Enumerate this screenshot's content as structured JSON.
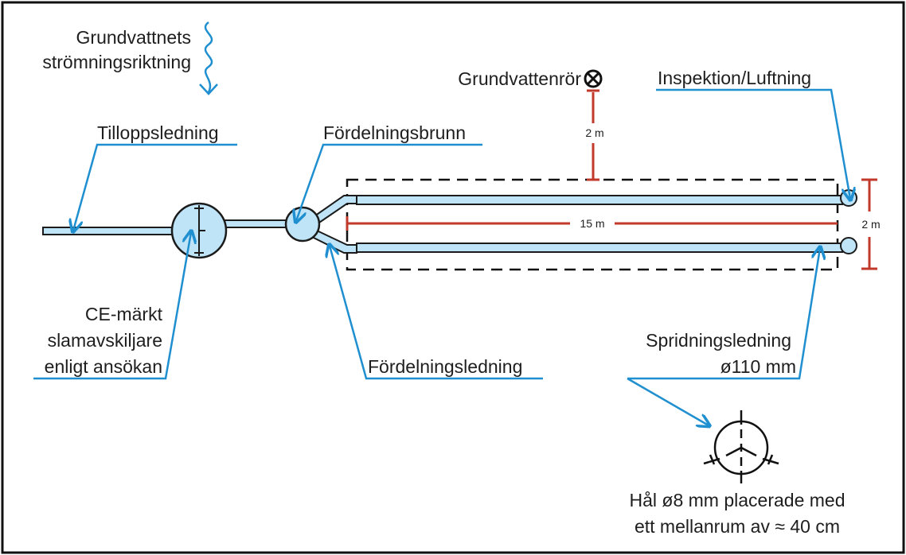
{
  "colors": {
    "pipe_fill": "#bfe4f7",
    "pipe_stroke": "#1b1b1b",
    "leader": "#1f8fd0",
    "dimension": "#c0392b",
    "frame": "#111111"
  },
  "labels": {
    "groundwater_direction_line1": "Grundvattnets",
    "groundwater_direction_line2": "strömningsriktning",
    "groundwater_pipe": "Grundvattenrör",
    "inspection": "Inspektion/Luftning",
    "inlet": "Tilloppsledning",
    "distribution_well": "Fördelningsbrunn",
    "septic_line1": "CE-märkt",
    "septic_line2": "slamavskiljare",
    "septic_line3": "enligt ansökan",
    "distribution_pipe": "Fördelningsledning",
    "spreading_line1": "Spridningsledning",
    "spreading_line2": "ø110 mm",
    "holes_line1": "Hål ø8 mm placerade med",
    "holes_line2": "ett mellanrum av ≈ 40 cm"
  },
  "dimensions": {
    "vertical_clearance": "2 m",
    "length": "15 m",
    "width": "2 m"
  },
  "icons": {
    "groundwater_pipe_symbol": "circle-cross-icon",
    "flow_direction": "wavy-arrow-icon"
  }
}
